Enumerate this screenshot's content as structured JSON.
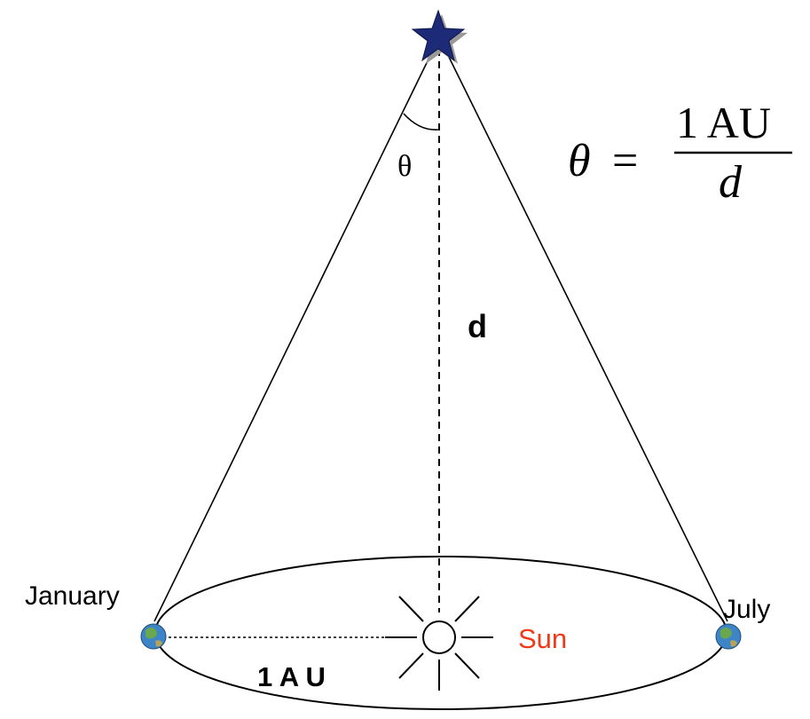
{
  "labels": {
    "theta": "θ",
    "distance": "d",
    "january": "January",
    "july": "July",
    "sun": "Sun",
    "baseline": "1 A U"
  },
  "formula": {
    "lhs": "θ",
    "equals": "=",
    "numerator": "1 AU",
    "denominator": "d"
  },
  "colors": {
    "sun_label": "#f03a17",
    "star_fill": "#1c2a78",
    "earth_land": "#6aa84f",
    "earth_ocean": "#3d85c6"
  },
  "icons": {
    "star": "star-icon",
    "sun": "sun-icon",
    "earth": "earth-icon"
  }
}
